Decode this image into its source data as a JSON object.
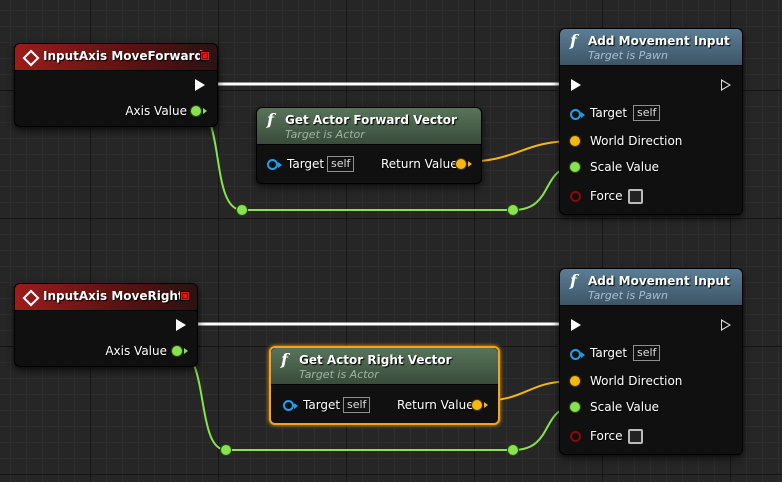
{
  "graph": {
    "forward_event": {
      "title": "InputAxis MoveForward",
      "axis_label": "Axis Value",
      "icon": "diamond-icon"
    },
    "forward_vector": {
      "title": "Get Actor Forward Vector",
      "subtitle": "Target is Actor",
      "target_label": "Target",
      "self_label": "self",
      "return_label": "Return Value"
    },
    "forward_add": {
      "title": "Add Movement Input",
      "subtitle": "Target is Pawn",
      "target_label": "Target",
      "self_label": "self",
      "direction_label": "World Direction",
      "scale_label": "Scale Value",
      "force_label": "Force"
    },
    "right_event": {
      "title": "InputAxis MoveRight",
      "axis_label": "Axis Value",
      "icon": "diamond-icon"
    },
    "right_vector": {
      "title": "Get Actor Right Vector",
      "subtitle": "Target is Actor",
      "target_label": "Target",
      "self_label": "self",
      "return_label": "Return Value"
    },
    "right_add": {
      "title": "Add Movement Input",
      "subtitle": "Target is Pawn",
      "target_label": "Target",
      "self_label": "self",
      "direction_label": "World Direction",
      "scale_label": "Scale Value",
      "force_label": "Force"
    }
  },
  "colors": {
    "exec_wire": "#ffffff",
    "float_wire": "#88e24f",
    "vector_wire": "#f5b716",
    "object_pin": "#1e9ff0",
    "selection": "#f7a21b"
  }
}
